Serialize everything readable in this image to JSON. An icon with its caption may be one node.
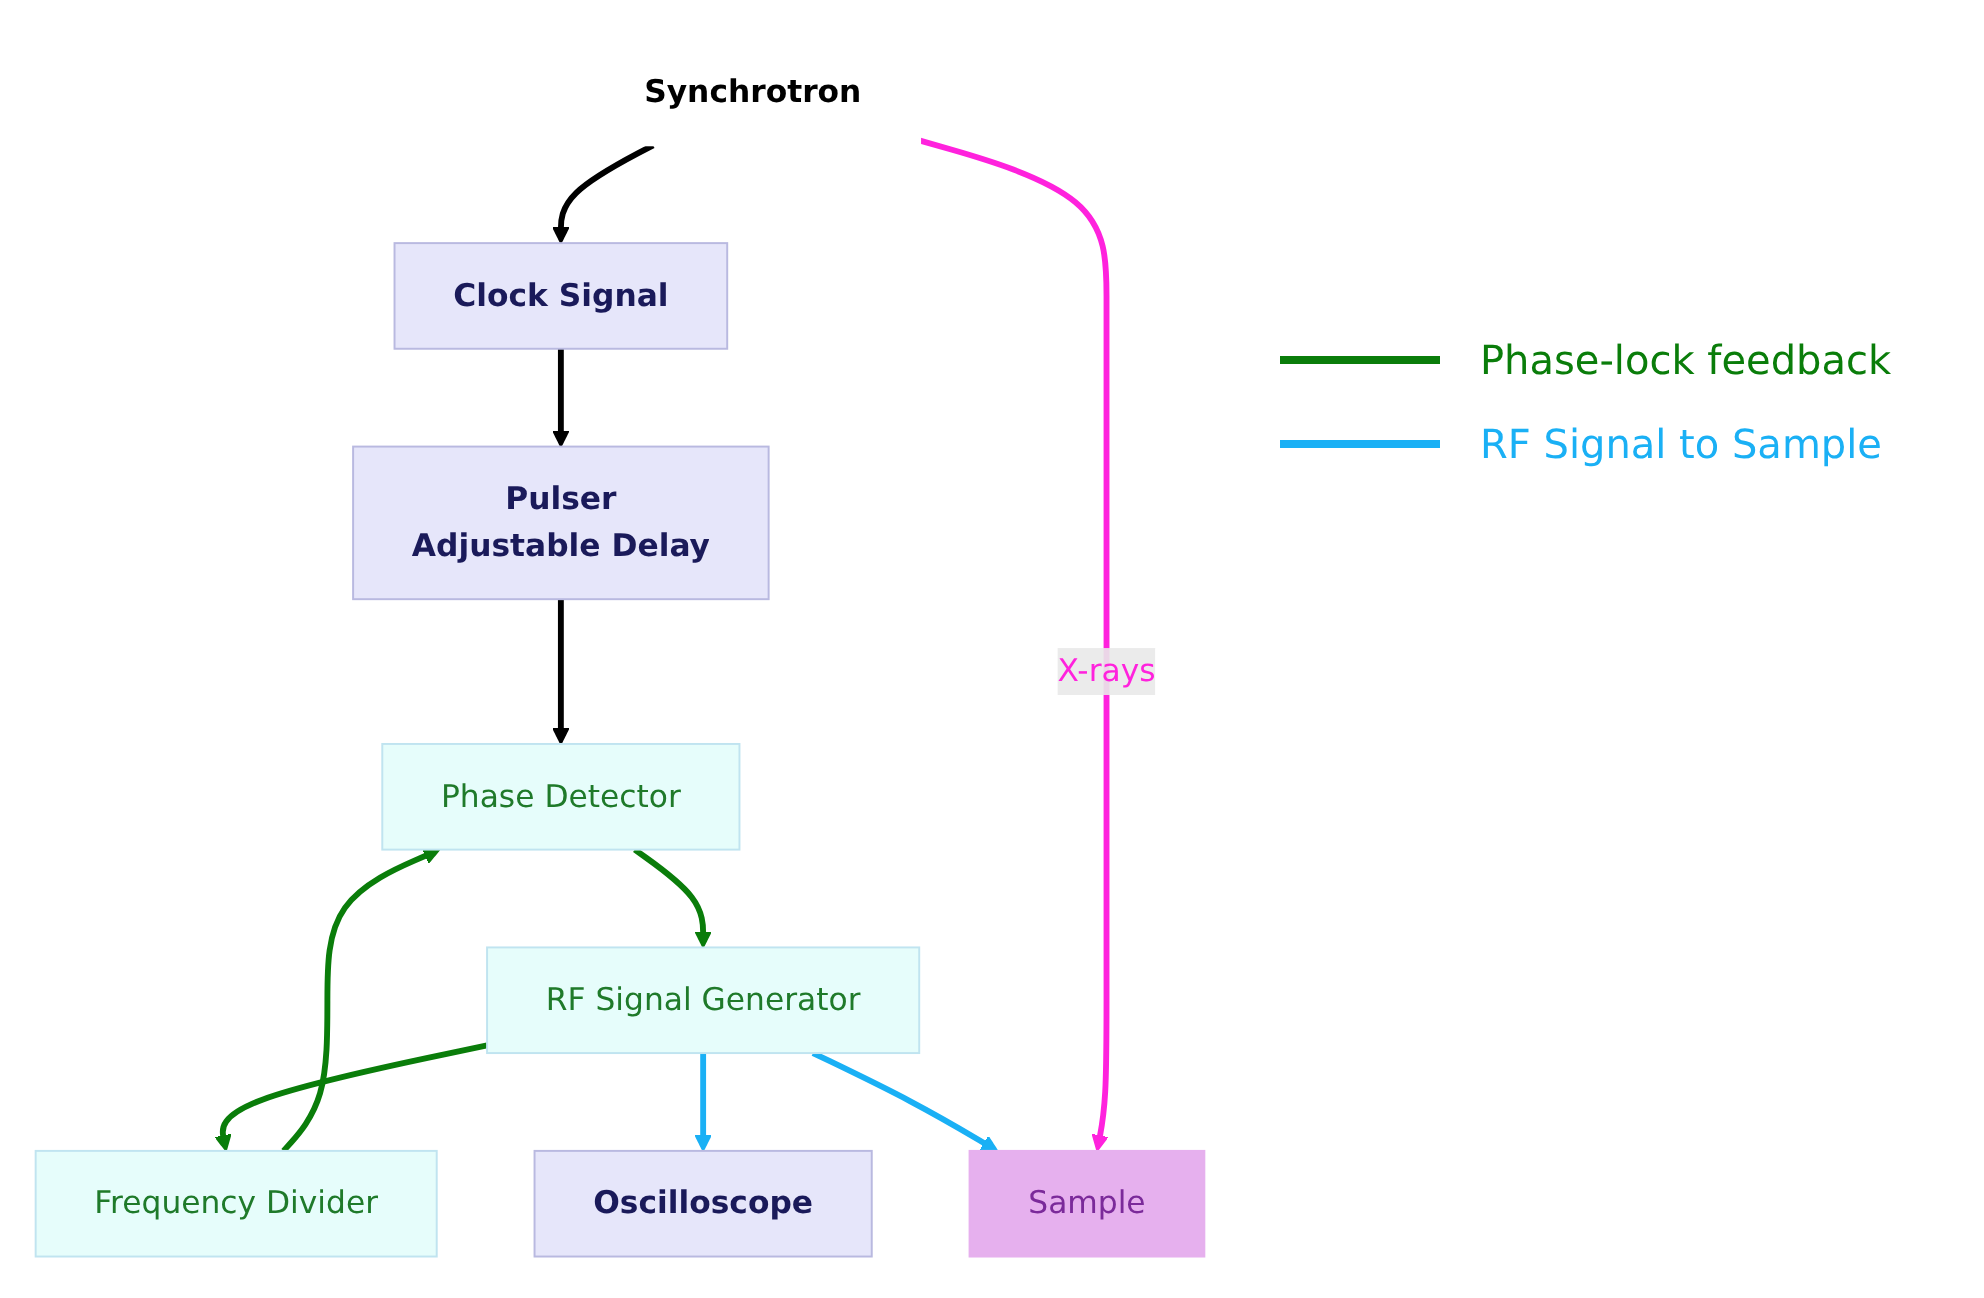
{
  "diagram": {
    "nodes": [
      {
        "text": [
          "Synchrotron"
        ]
      },
      {
        "text": [
          "Clock Signal"
        ]
      },
      {
        "text": [
          "Pulser",
          "Adjustable Delay"
        ]
      },
      {
        "text": [
          "Phase Detector"
        ]
      },
      {
        "text": [
          "Frequency Divider"
        ]
      },
      {
        "text": [
          "RF Signal Generator"
        ]
      },
      {
        "text": [
          "Oscilloscope"
        ]
      },
      {
        "text": [
          "Sample"
        ]
      }
    ],
    "edges": [
      {
        "from": 0,
        "to": 1,
        "arrow": "to"
      },
      {
        "from": 1,
        "to": 2,
        "arrow": "to"
      },
      {
        "from": 2,
        "to": 3,
        "arrow": "to"
      },
      {
        "from": 3,
        "to": 5,
        "arrow": "to",
        "color": "#0a7d0a"
      },
      {
        "from": 5,
        "to": 4,
        "arrow": "to",
        "color": "#0a7d0a"
      },
      {
        "from": 4,
        "to": 3,
        "arrow": "to",
        "color": "#0a7d0a"
      },
      {
        "from": 5,
        "to": 6,
        "arrow": "to",
        "color": "#1ab0f5"
      },
      {
        "from": 5,
        "to": 7,
        "arrow": "to",
        "color": "#1ab0f5"
      },
      {
        "from": 0,
        "to": 7,
        "arrow": "to",
        "label": "X-rays",
        "color": "#ff22dd"
      }
    ],
    "legend": [
      {
        "text": "Phase-lock feedback",
        "color": "#0a7d0a"
      },
      {
        "text": "RF Signal to Sample",
        "color": "#1ab0f5"
      }
    ]
  }
}
